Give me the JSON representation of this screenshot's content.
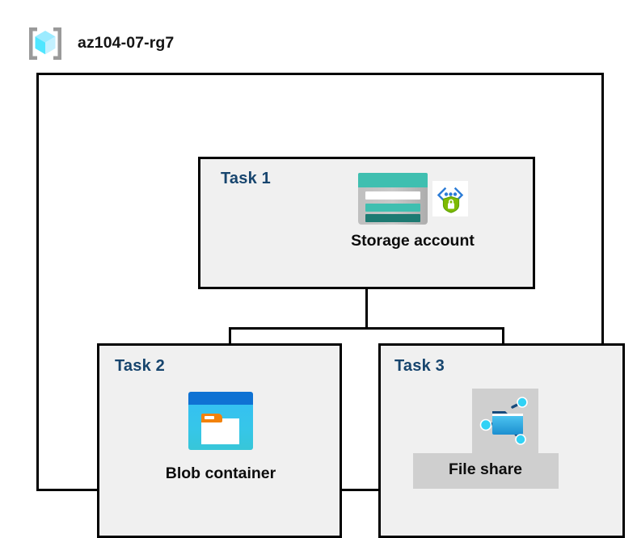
{
  "header": {
    "icon": "resource-group-icon",
    "title": "az104-07-rg7"
  },
  "container": {
    "name": "resource-group-container"
  },
  "tasks": [
    {
      "id": "task-1",
      "label": "Task 1",
      "node": {
        "caption": "Storage account",
        "icons": [
          "storage-account-icon",
          "secure-encryption-icon"
        ],
        "selected": false
      }
    },
    {
      "id": "task-2",
      "label": "Task 2",
      "node": {
        "caption": "Blob container",
        "icons": [
          "blob-container-icon"
        ],
        "selected": false
      }
    },
    {
      "id": "task-3",
      "label": "Task 3",
      "node": {
        "caption": "File share",
        "icons": [
          "file-share-icon"
        ],
        "selected": true
      }
    }
  ],
  "connectors": [
    {
      "name": "storage-to-bus-trunk",
      "from": "Storage account",
      "to": "bus"
    },
    {
      "name": "bus-to-blob-container",
      "from": "bus",
      "to": "Blob container"
    },
    {
      "name": "bus-to-file-share",
      "from": "bus",
      "to": "File share"
    }
  ],
  "colors": {
    "task_label": "#17456E",
    "caption": "#0D0D0D",
    "task_fill": "#F0F0F0",
    "container_fill": "#FFFFFF",
    "stroke": "#000000",
    "selection_highlight": "#CFCFCF",
    "storage_teal": "#3FBFB0",
    "storage_teal_dark": "#1D7A72",
    "blob_blue": "#0F72D3",
    "blob_cyan": "#35C1F1",
    "blob_orange": "#F2820C",
    "fileshare_blue": "#32B2E5",
    "secure_green": "#5EA300",
    "secure_bracket_blue": "#2C7CD6",
    "rg_cube_cyan": "#50E6FF",
    "rg_bracket_gray": "#9A9A9A"
  }
}
